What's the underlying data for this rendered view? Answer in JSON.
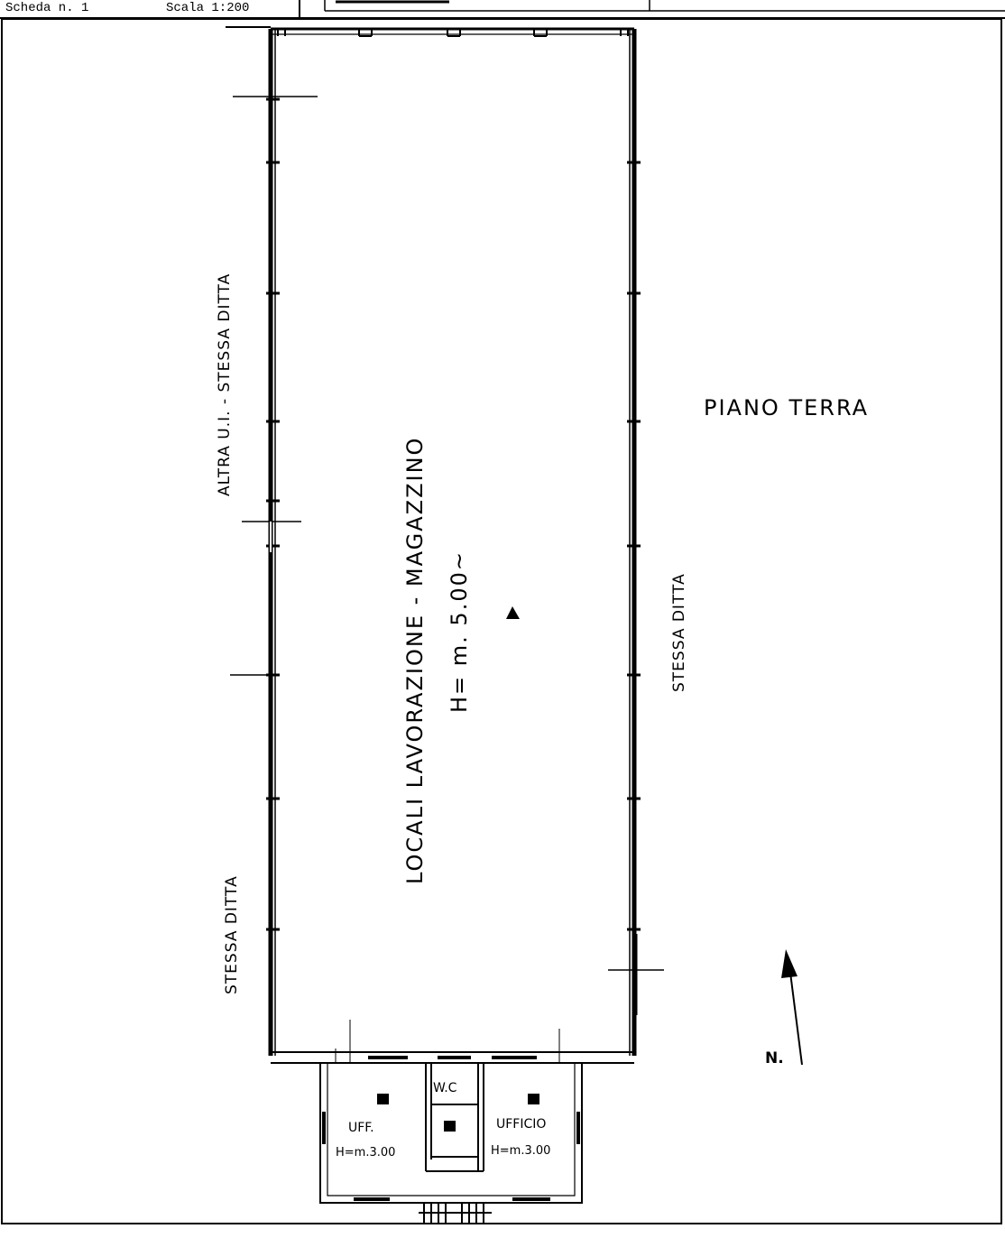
{
  "header": {
    "sheet_label": "Scheda n. 1",
    "scale_label": "Scala 1:200"
  },
  "plan": {
    "floor_label": "PIANO TERRA",
    "main_room_label": "LOCALI LAVORAZIONE - MAGAZZINO",
    "main_room_height": "H= m. 5.00~",
    "left_neighbor_upper": "ALTRA U.I. - STESSA DITTA",
    "left_neighbor_lower": "STESSA DITTA",
    "right_neighbor": "STESSA DITTA",
    "office_left_label": "UFF.",
    "office_left_height": "H=m.3.00",
    "office_right_label": "UFFICIO",
    "office_right_height": "H=m.3.00",
    "wc_label": "W.C",
    "north_label": "N."
  }
}
